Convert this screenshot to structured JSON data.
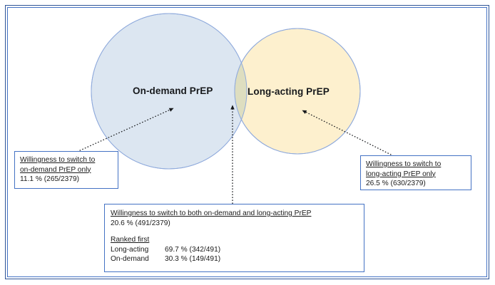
{
  "diagram": {
    "type": "venn-2set",
    "title_visible": false,
    "total_n": 2379,
    "colors": {
      "frame_outer": "#2E5496",
      "frame_inner": "#4472C4",
      "circle_left_fill": "#DCE6F1",
      "circle_left_stroke": "#8FAADC",
      "circle_right_fill": "#FDF0CE",
      "circle_right_stroke": "#8FAADC",
      "overlap_fill": "#DEDEC0",
      "box_border": "#4472C4",
      "text": "#1a1a1a",
      "arrow": "#1a1a1a"
    },
    "circles": [
      {
        "id": "on-demand",
        "label": "On-demand  PrEP",
        "fill": "#DCE6F1"
      },
      {
        "id": "long-acting",
        "label": "Long-acting PrEP",
        "fill": "#FDF0CE"
      }
    ]
  },
  "chart_data": {
    "type": "venn",
    "title": "",
    "total": 2379,
    "sets": [
      "On-demand PrEP",
      "Long-acting PrEP"
    ],
    "regions": [
      {
        "region": "on-demand only",
        "label": "Willingness to switch to on-demand PrEP only",
        "percent": 11.1,
        "count": 265,
        "denominator": 2379,
        "display": "11.1 % (265/2379)"
      },
      {
        "region": "long-acting only",
        "label": "Willingness to switch to long-acting PrEP only",
        "percent": 26.5,
        "count": 630,
        "denominator": 2379,
        "display": "26.5 % (630/2379)"
      },
      {
        "region": "both",
        "label": "Willingness to switch to both on-demand and long-acting PrEP",
        "percent": 20.6,
        "count": 491,
        "denominator": 2379,
        "display": "20.6 % (491/2379)"
      }
    ],
    "ranked_first": [
      {
        "name": "Long-acting",
        "percent": 69.7,
        "count": 342,
        "denominator": 491,
        "display": "69.7 % (342/491)"
      },
      {
        "name": "On-demand",
        "percent": 30.3,
        "count": 149,
        "denominator": 491,
        "display": "30.3 % (149/491)"
      }
    ]
  },
  "callouts": {
    "left": {
      "line1": "Willingness to switch to",
      "line2": "on-demand PrEP only",
      "line3": "11.1 % (265/2379)"
    },
    "right": {
      "line1": "Willingness to switch to",
      "line2": "long-acting PrEP only",
      "line3": "26.5 % (630/2379)"
    },
    "both": {
      "line1": "Willingness to switch to both on-demand and long-acting PrEP",
      "line2": "20.6 % (491/2379)",
      "ranked_heading": "Ranked first",
      "rank1_name": "Long-acting",
      "rank1_value": "69.7 % (342/491)",
      "rank2_name": "On-demand",
      "rank2_value": "30.3 % (149/491)"
    }
  }
}
